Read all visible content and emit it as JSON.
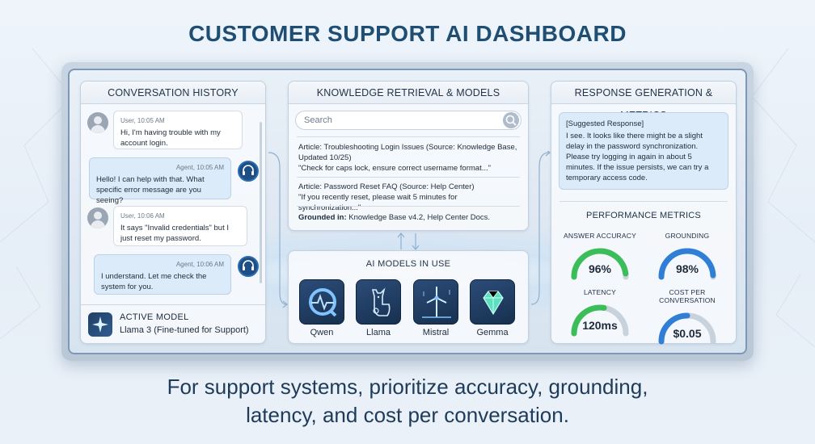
{
  "title": "CUSTOMER SUPPORT AI DASHBOARD",
  "footer": {
    "line1": "For support systems, prioritize accuracy, grounding,",
    "line2": "latency, and cost per conversation."
  },
  "history": {
    "header": "CONVERSATION HISTORY",
    "messages": [
      {
        "role": "user",
        "meta": "User, 10:05 AM",
        "text": "Hi, I'm having trouble with my account login."
      },
      {
        "role": "agent",
        "meta": "Agent, 10:05 AM",
        "text": "Hello! I can help with that. What specific error message are you seeing?"
      },
      {
        "role": "user",
        "meta": "User, 10:06 AM",
        "text": "It says \"Invalid credentials\" but I just reset my password."
      },
      {
        "role": "agent",
        "meta": "Agent, 10:06 AM",
        "text": "I understand. Let me check the system for you."
      }
    ],
    "active_model": {
      "label": "ACTIVE MODEL",
      "value": "Llama 3 (Fine-tuned for Support)"
    }
  },
  "knowledge": {
    "header": "KNOWLEDGE RETRIEVAL & MODELS",
    "search_placeholder": "Search",
    "articles": [
      {
        "title": "Article: Troubleshooting Login Issues (Source: Knowledge Base, Updated 10/25)",
        "snippet": "\"Check for caps lock, ensure correct username format...\""
      },
      {
        "title": "Article: Password Reset FAQ (Source: Help Center)",
        "snippet": "\"If you recently reset, please wait 5 minutes for synchronization...\""
      }
    ],
    "grounded_label": "Grounded in:",
    "grounded_value": "Knowledge Base v4.2, Help Center Docs."
  },
  "models": {
    "header": "AI MODELS IN USE",
    "items": [
      {
        "name": "Qwen",
        "icon": "qwen-logo-icon"
      },
      {
        "name": "Llama",
        "icon": "llama-icon"
      },
      {
        "name": "Mistral",
        "icon": "wind-turbine-icon"
      },
      {
        "name": "Gemma",
        "icon": "gem-icon"
      }
    ]
  },
  "response": {
    "header": "RESPONSE GENERATION & METRICS",
    "tag": "[Suggested Response]",
    "text": "I see. It looks like there might be a slight delay in the password synchronization. Please try logging in again in about 5 minutes. If the issue persists, we can try a temporary access code."
  },
  "metrics": {
    "header": "PERFORMANCE METRICS",
    "items": [
      {
        "label": "ANSWER ACCURACY",
        "value": "96%",
        "level": 0.96,
        "color": "#3bbd5a"
      },
      {
        "label": "GROUNDING",
        "value": "98%",
        "level": 0.98,
        "color": "#2f7fd6"
      },
      {
        "label": "LATENCY",
        "value": "120ms",
        "level": 0.55,
        "color": "#3bbd5a"
      },
      {
        "label": "COST PER CONVERSATION",
        "value": "$0.05",
        "level": 0.5,
        "color": "#2f7fd6"
      }
    ]
  }
}
